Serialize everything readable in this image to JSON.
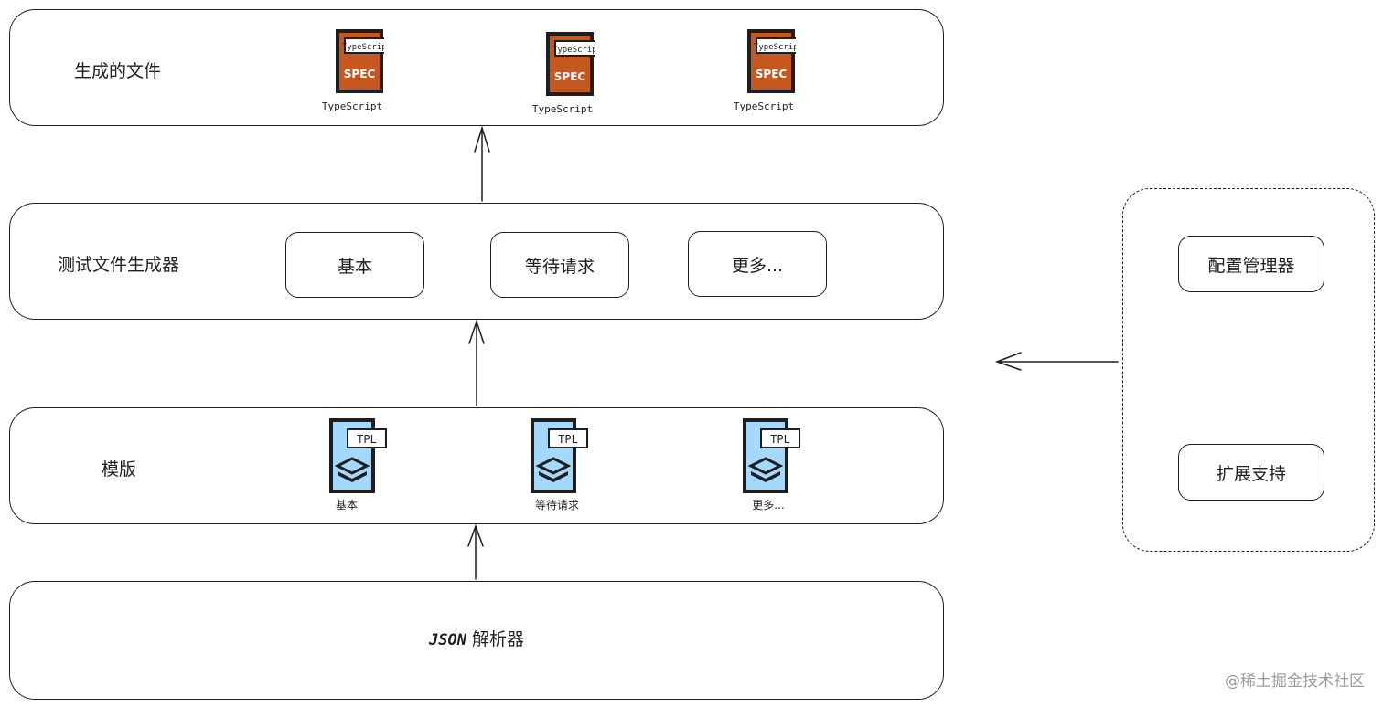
{
  "layers": {
    "generated": {
      "title": "生成的文件",
      "files": [
        {
          "badge": "TypeScript",
          "label": "SPEC",
          "caption": "TypeScript"
        },
        {
          "badge": "TypeScript",
          "label": "SPEC",
          "caption": "TypeScript"
        },
        {
          "badge": "TypeScript",
          "label": "SPEC",
          "caption": "TypeScript"
        }
      ]
    },
    "generator": {
      "title": "测试文件生成器",
      "items": [
        "基本",
        "等待请求",
        "更多..."
      ]
    },
    "template": {
      "title": "模版",
      "files": [
        {
          "badge": "TPL",
          "caption": "基本"
        },
        {
          "badge": "TPL",
          "caption": "等待请求"
        },
        {
          "badge": "TPL",
          "caption": "更多..."
        }
      ]
    },
    "parser": {
      "prefix": "JSON",
      "title": "解析器"
    }
  },
  "side_panel": {
    "items": [
      "配置管理器",
      "扩展支持"
    ]
  },
  "watermark": "@稀土掘金技术社区",
  "colors": {
    "spec_file": "#c4581f",
    "tpl_file": "#a5d8ff",
    "stroke": "#1e1e1e"
  }
}
